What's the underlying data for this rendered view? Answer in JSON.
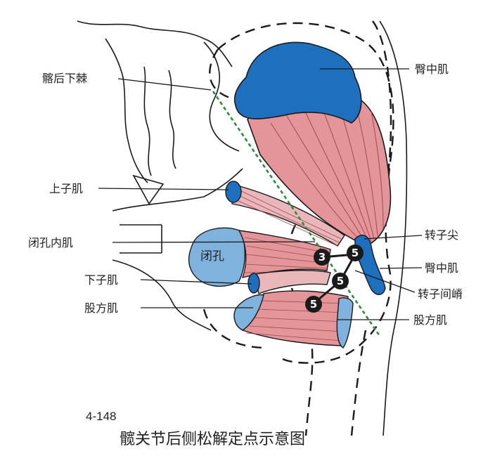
{
  "labels": {
    "ilio_posterior_inferior_spine": "髂后下棘",
    "gluteus_medius_top": "臀中肌",
    "superior_gemellus": "上子肌",
    "obturator_internus": "闭孔内肌",
    "obturator_foramen": "闭孔",
    "inferior_gemellus": "下子肌",
    "quadratus_femoris_left": "股方肌",
    "greater_trochanter_tip": "转子尖",
    "gluteus_medius_right": "臀中肌",
    "intertrochanteric_crest": "转子间嵴",
    "quadratus_femoris_right": "股方肌"
  },
  "points": [
    "3",
    "5",
    "5",
    "5"
  ],
  "figure_number": "4-148",
  "caption": "髋关节后侧松解定点示意图",
  "colors": {
    "muscle": "#e4959a",
    "muscle_stripe": "#9e4a52",
    "tendon_blue": "#1f6fbf",
    "light_blue": "#7fb3dd",
    "green_line": "#2e8b3a",
    "outline": "#1a1a1a"
  }
}
